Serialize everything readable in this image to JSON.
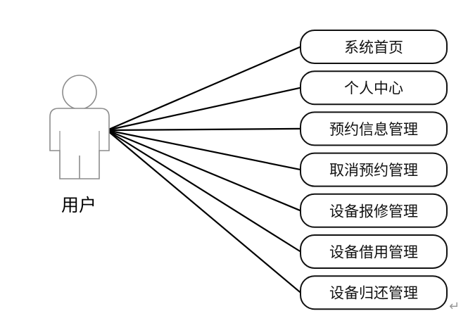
{
  "actor": {
    "label": "用户",
    "icon": "stick-figure-icon"
  },
  "use_cases": [
    {
      "label": "系统首页"
    },
    {
      "label": "个人中心"
    },
    {
      "label": "预约信息管理"
    },
    {
      "label": "取消预约管理"
    },
    {
      "label": "设备报修管理"
    },
    {
      "label": "设备借用管理"
    },
    {
      "label": "设备归还管理"
    }
  ],
  "colors": {
    "line": "#000000",
    "box_stroke": "#111111",
    "actor_outline": "#8c8c8c",
    "background": "#ffffff"
  },
  "end_mark": "↵"
}
